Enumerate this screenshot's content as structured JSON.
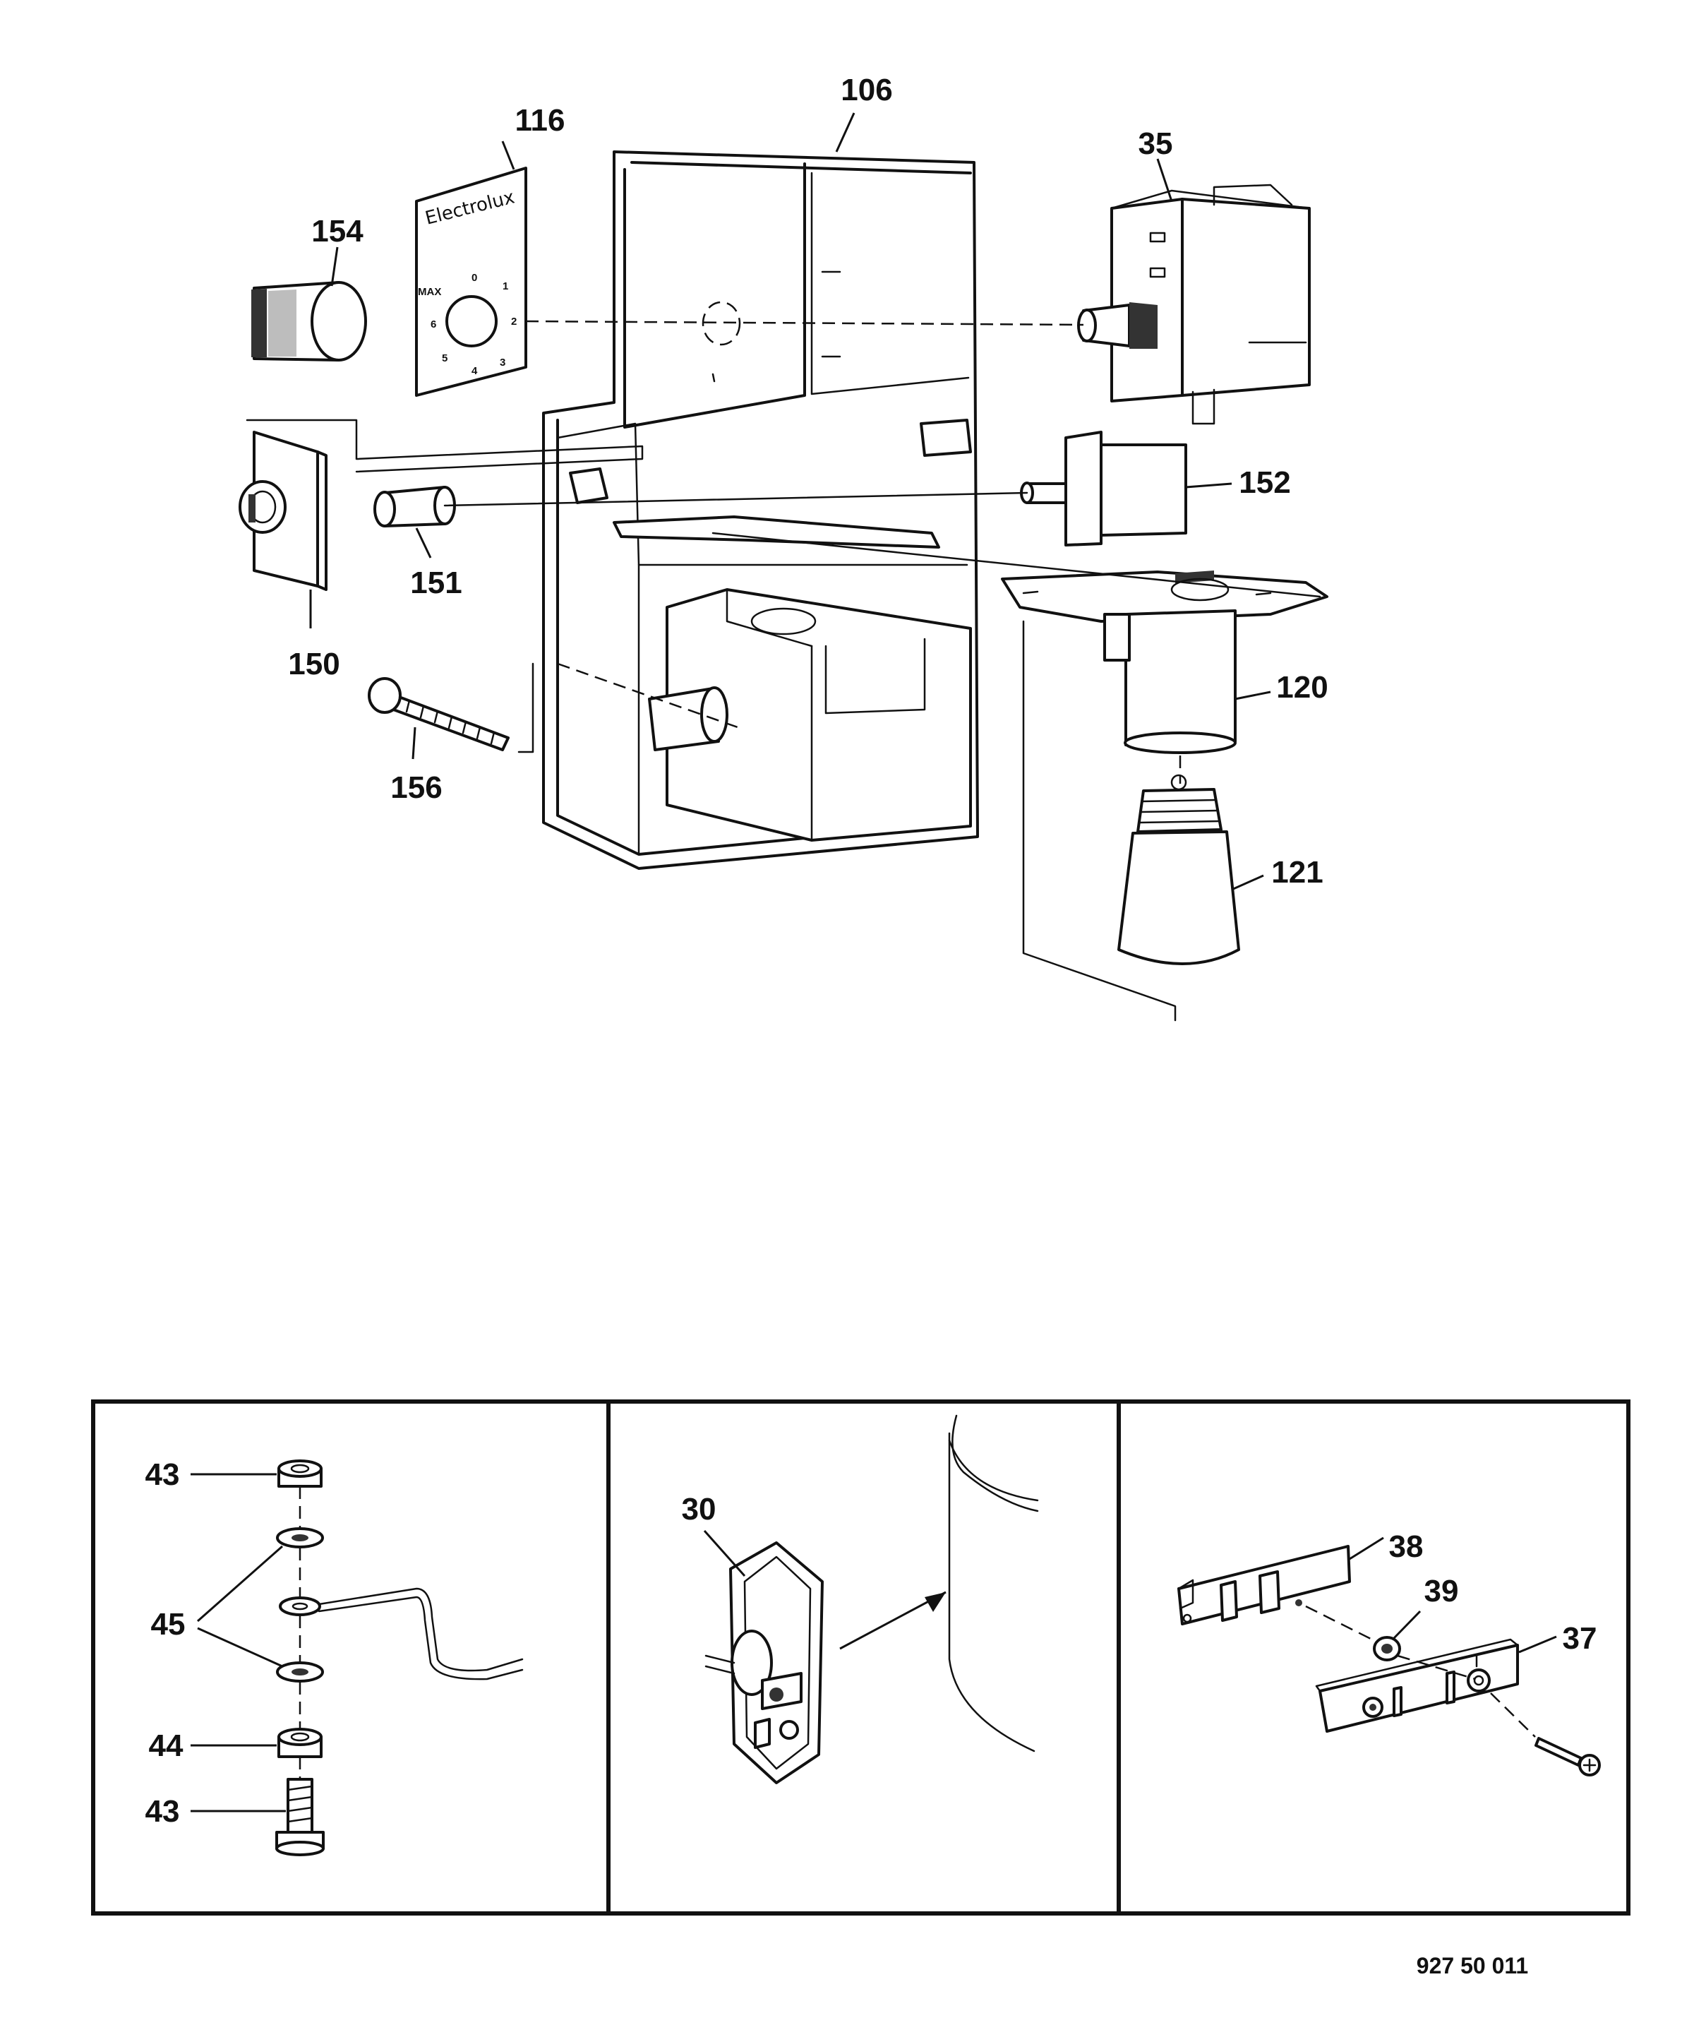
{
  "diagram": {
    "upper_assembly": {
      "callouts": {
        "p106": "106",
        "p116": "116",
        "p154": "154",
        "p35": "35",
        "p152": "152",
        "p151": "151",
        "p150": "150",
        "p120": "120",
        "p156": "156",
        "p121": "121"
      },
      "control_plate": {
        "brand": "Electrolux",
        "dial_marks": [
          "MAX",
          "0",
          "1",
          "2",
          "3",
          "4",
          "5",
          "6"
        ]
      }
    },
    "panels": [
      {
        "callouts": {
          "c43a": "43",
          "c45": "45",
          "c44": "44",
          "c43b": "43"
        }
      },
      {
        "callouts": {
          "c30": "30"
        }
      },
      {
        "callouts": {
          "c38": "38",
          "c39": "39",
          "c37": "37"
        }
      }
    ],
    "document_number": "927 50 011"
  }
}
